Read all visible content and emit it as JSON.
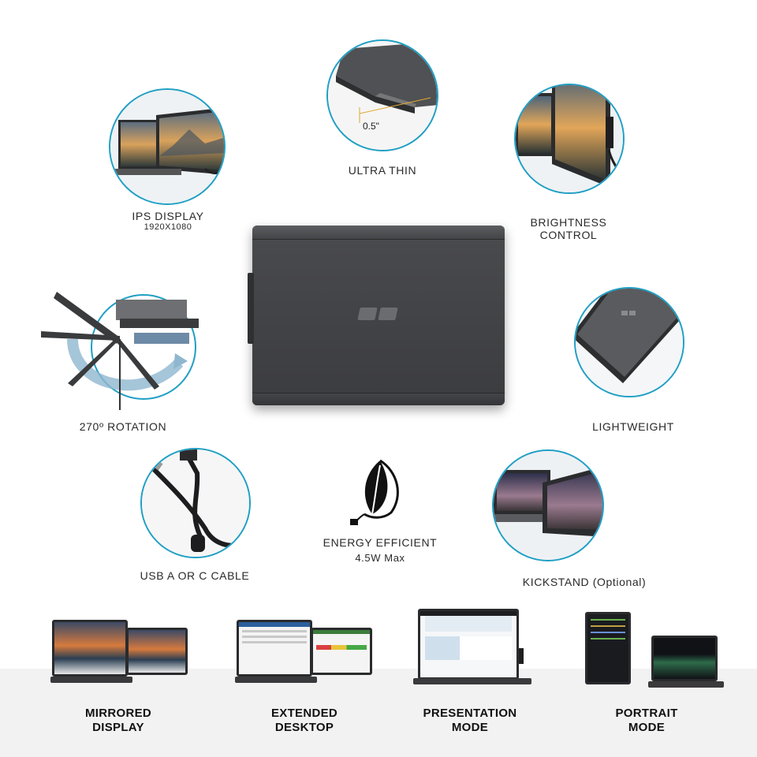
{
  "features": {
    "ips": {
      "title": "IPS DISPLAY",
      "sub": "1920X1080"
    },
    "thin": {
      "title": "ULTRA THIN",
      "measure": "0.5\""
    },
    "brightness": {
      "title_line1": "BRIGHTNESS",
      "title_line2": "CONTROL"
    },
    "rotation": {
      "title": "270º ROTATION"
    },
    "lightweight": {
      "title": "LIGHTWEIGHT"
    },
    "cable": {
      "title": "USB A OR C CABLE"
    },
    "energy": {
      "title": "ENERGY EFFICIENT",
      "sub": "4.5W Max"
    },
    "kickstand": {
      "title": "KICKSTAND (Optional)"
    }
  },
  "modes": [
    {
      "line1": "MIRRORED",
      "line2": "DISPLAY"
    },
    {
      "line1": "EXTENDED",
      "line2": "DESKTOP"
    },
    {
      "line1": "PRESENTATION",
      "line2": "MODE"
    },
    {
      "line1": "PORTRAIT",
      "line2": "MODE"
    }
  ],
  "colors": {
    "accent": "#1f9fc4",
    "device": "#3b3c3f",
    "band": "#f2f2f2"
  }
}
